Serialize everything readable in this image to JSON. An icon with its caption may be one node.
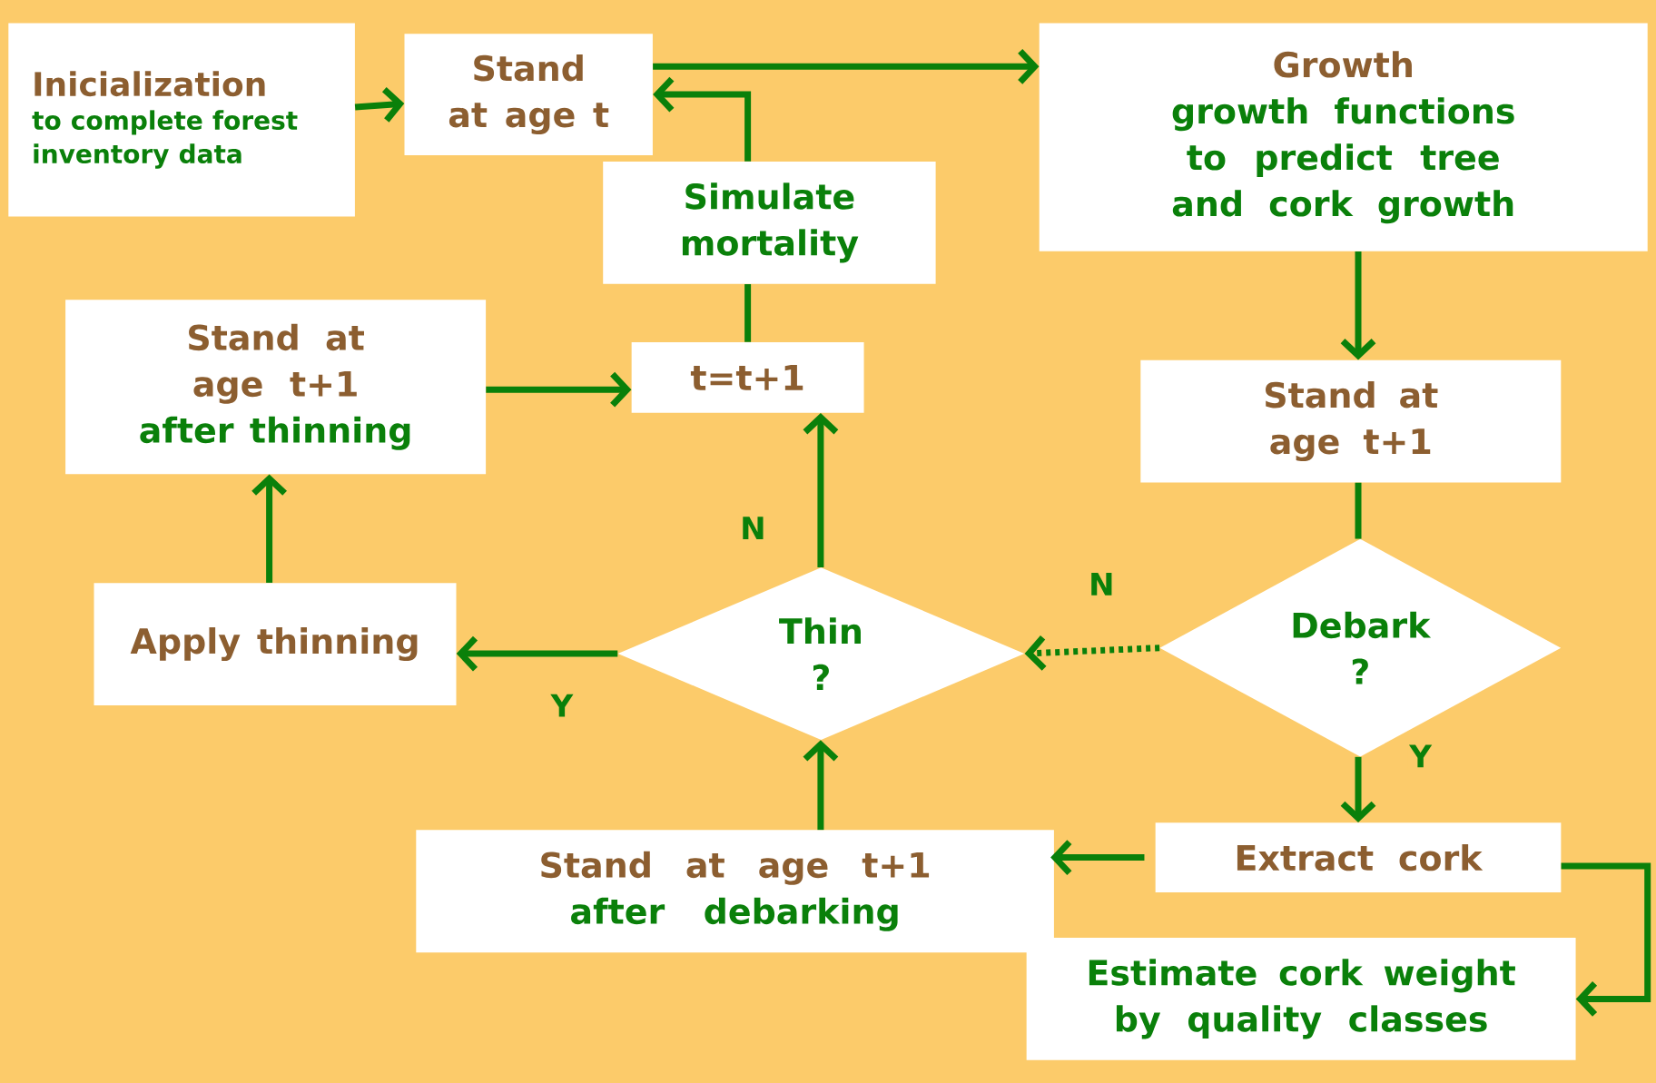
{
  "diagram": {
    "nodes": [
      {
        "text": [
          "Inicialization",
          "to complete forest inventory data"
        ]
      },
      {
        "text": [
          "Stand at age t"
        ]
      },
      {
        "text": [
          "Growth",
          "growth functions to predict tree and cork growth"
        ]
      },
      {
        "text": [
          "Simulate mortality"
        ]
      },
      {
        "text": [
          "Stand at   age t+1",
          "after thinning"
        ]
      },
      {
        "text": [
          "t=t+1"
        ]
      },
      {
        "text": [
          "Stand at age t+1"
        ]
      },
      {
        "text": [
          "Apply thinning"
        ]
      },
      {
        "text": [
          "Thin ?"
        ]
      },
      {
        "text": [
          "Debark ?"
        ]
      },
      {
        "text": [
          "Stand at age t+1",
          "after debarking"
        ]
      },
      {
        "text": [
          "Extract cork"
        ]
      },
      {
        "text": [
          "Estimate cork weight by quality classes"
        ]
      }
    ],
    "edges": [
      {
        "from": 0,
        "to": 1,
        "arrow": "to"
      },
      {
        "from": 1,
        "to": 2,
        "arrow": "to"
      },
      {
        "from": 3,
        "to": 1,
        "arrow": "to"
      },
      {
        "from": 5,
        "to": 3,
        "arrow": "none"
      },
      {
        "from": 4,
        "to": 5,
        "arrow": "to"
      },
      {
        "from": 2,
        "to": 6,
        "arrow": "to"
      },
      {
        "from": 6,
        "to": 9,
        "arrow": "none"
      },
      {
        "from": 9,
        "to": 8,
        "arrow": "to",
        "label": "N",
        "style": "dashed"
      },
      {
        "from": 9,
        "to": 11,
        "arrow": "to",
        "label": "Y"
      },
      {
        "from": 8,
        "to": 5,
        "arrow": "to",
        "label": "N"
      },
      {
        "from": 8,
        "to": 7,
        "arrow": "to",
        "label": "Y"
      },
      {
        "from": 7,
        "to": 4,
        "arrow": "to"
      },
      {
        "from": 10,
        "to": 8,
        "arrow": "to"
      },
      {
        "from": 11,
        "to": 10,
        "arrow": "to"
      },
      {
        "from": 11,
        "to": 12,
        "arrow": "to"
      }
    ]
  }
}
